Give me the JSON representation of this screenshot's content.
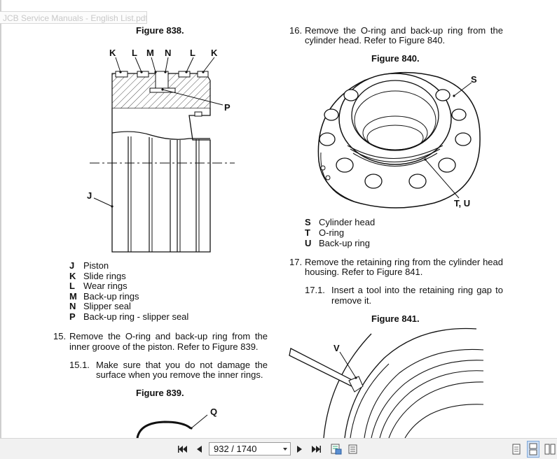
{
  "document": {
    "tab_title": "JCB Service Manuals - English List.pdf"
  },
  "left_column": {
    "figure_838": {
      "title": "Figure 838.",
      "callouts": [
        "K",
        "L",
        "M",
        "N",
        "L",
        "K",
        "P",
        "J"
      ]
    },
    "legend": [
      {
        "key": "J",
        "text": "Piston"
      },
      {
        "key": "K",
        "text": "Slide rings"
      },
      {
        "key": "L",
        "text": "Wear rings"
      },
      {
        "key": "M",
        "text": "Back-up rings"
      },
      {
        "key": "N",
        "text": "Slipper seal"
      },
      {
        "key": "P",
        "text": "Back-up ring - slipper seal"
      }
    ],
    "step_15": {
      "number": "15.",
      "line1": "Remove the O-ring and back-up ring from the",
      "line2": "inner groove of the piston. Refer to Figure 839."
    },
    "step_15_1": {
      "number": "15.1.",
      "line1": "Make sure that you do not damage the",
      "line2": "surface when you remove the inner rings."
    },
    "figure_839": {
      "title": "Figure 839.",
      "callout": "Q"
    }
  },
  "right_column": {
    "step_16": {
      "number": "16.",
      "line1": "Remove the O-ring and back-up ring from the",
      "line2": "cylinder head. Refer to Figure 840."
    },
    "figure_840": {
      "title": "Figure 840.",
      "callout_s": "S",
      "callout_tu": "T, U"
    },
    "legend": [
      {
        "key": "S",
        "text": "Cylinder head"
      },
      {
        "key": "T",
        "text": "O-ring"
      },
      {
        "key": "U",
        "text": "Back-up ring"
      }
    ],
    "step_17": {
      "number": "17.",
      "line1": "Remove the retaining ring from the cylinder head",
      "line2": "housing. Refer to Figure 841."
    },
    "step_17_1": {
      "number": "17.1.",
      "line1": "Insert a tool into the retaining ring gap to",
      "line2": "remove it."
    },
    "figure_841": {
      "title": "Figure 841.",
      "callout": "V"
    }
  },
  "toolbar": {
    "page_indicator": "932 / 1740",
    "icons": [
      "first-page-icon",
      "prev-page-icon",
      "next-page-icon",
      "last-page-icon",
      "fit-page-icon",
      "single-page-view-icon",
      "continuous-view-icon",
      "two-page-view-icon"
    ]
  }
}
